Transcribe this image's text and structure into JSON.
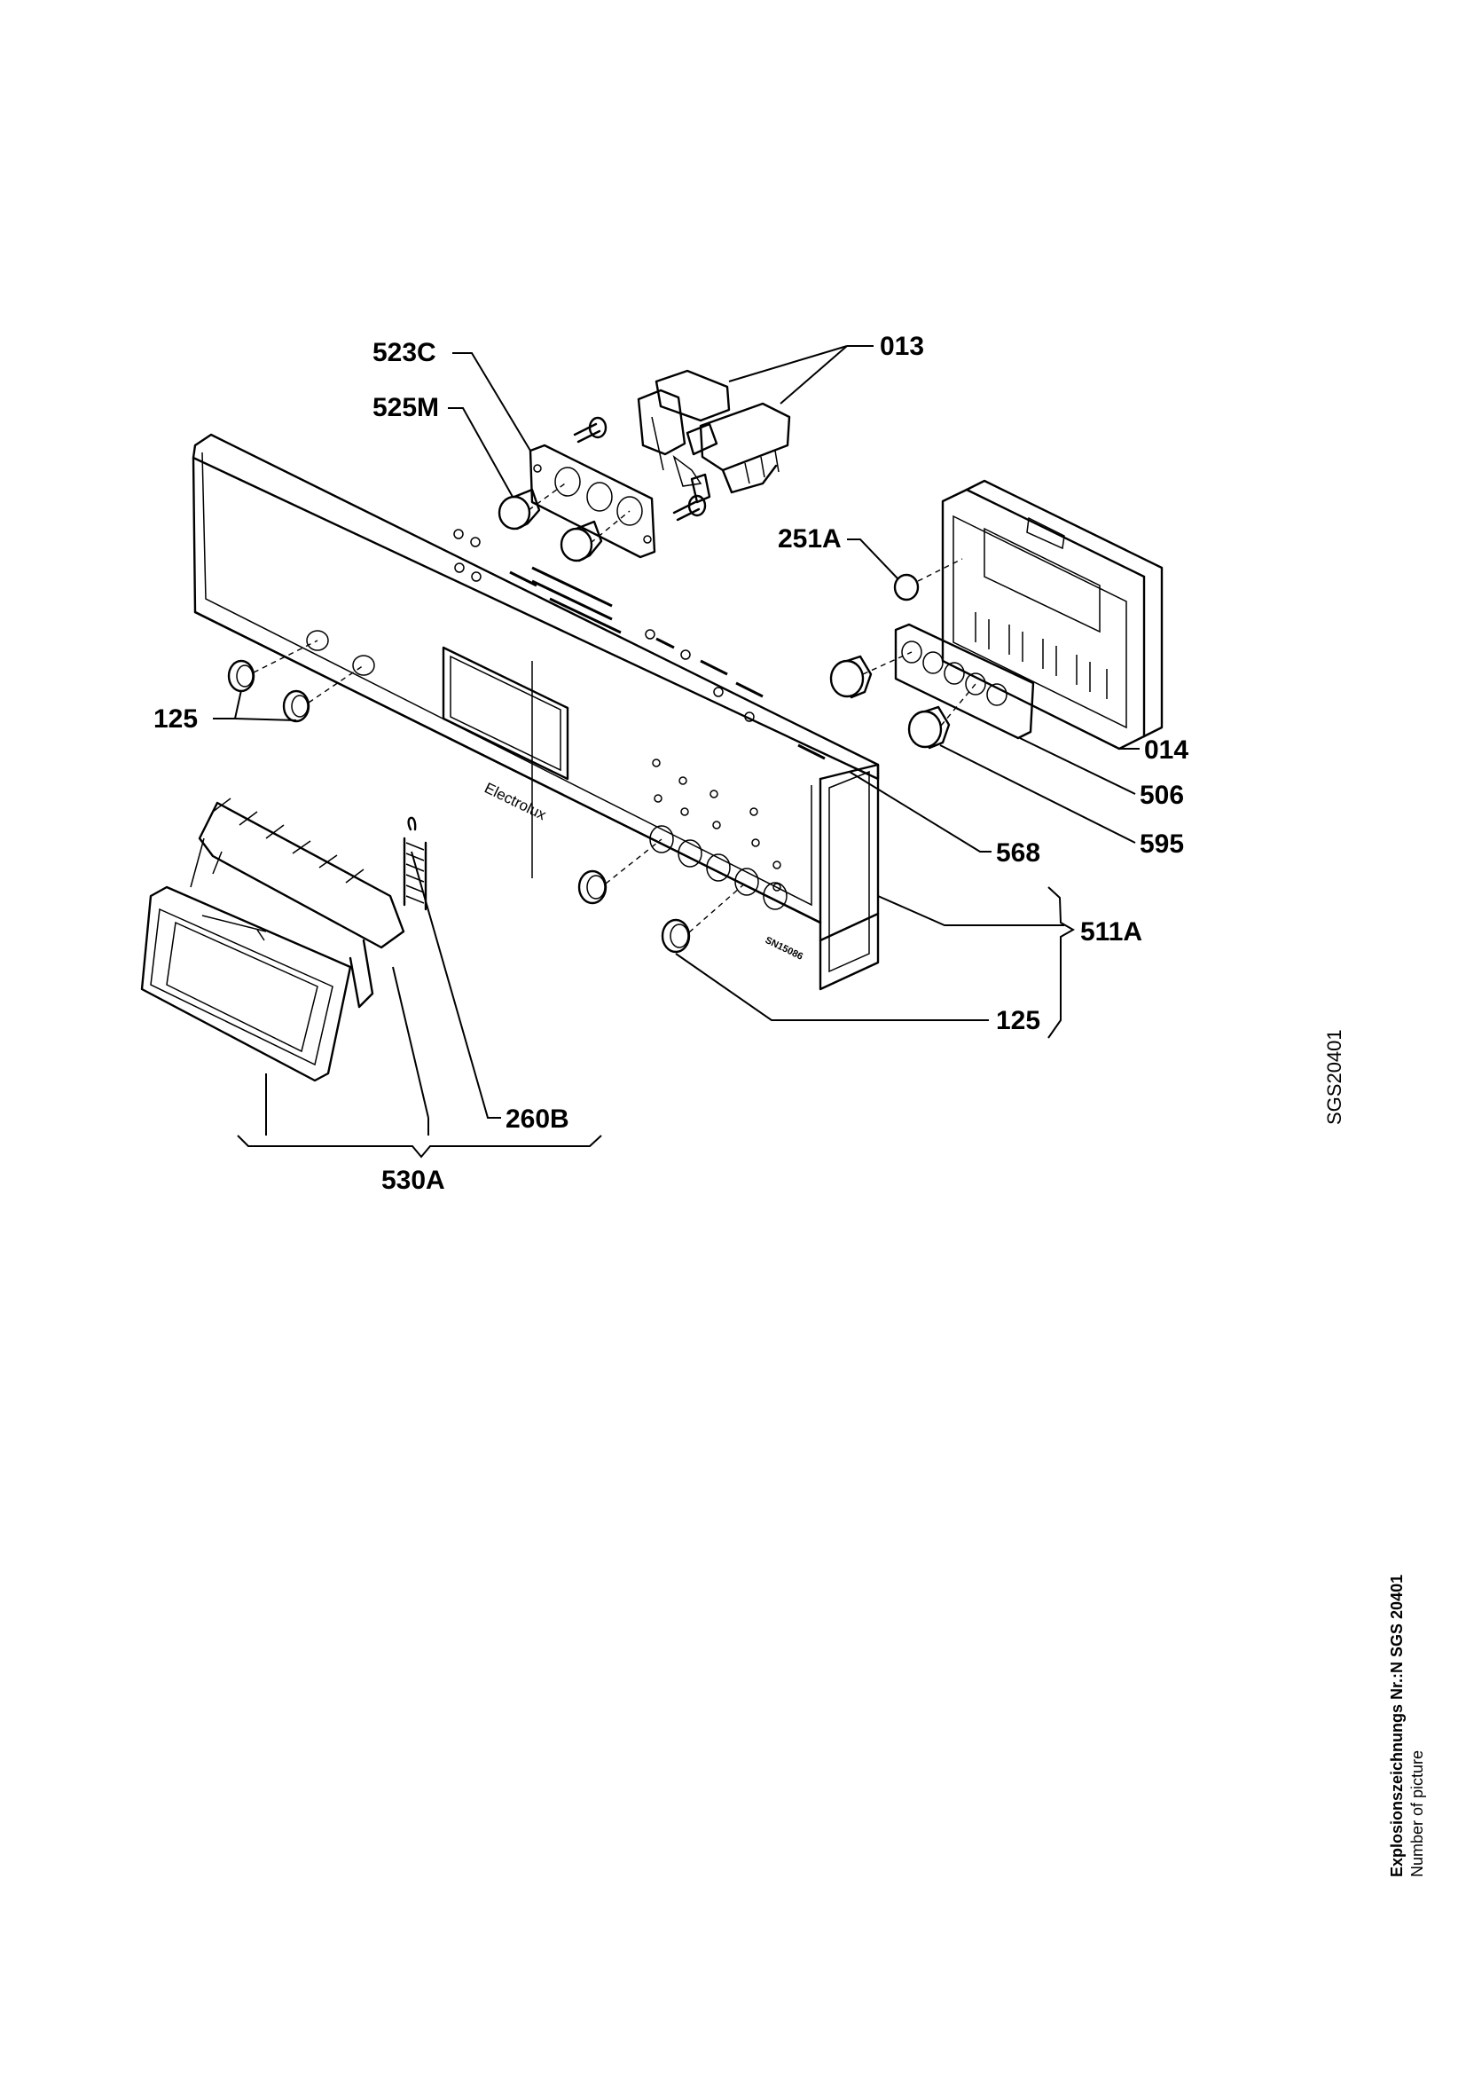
{
  "brand": "Electrolux",
  "model_badge": "SN15086",
  "drawing_code": "SGS20401",
  "footer": {
    "title": "Explosionszeichnungs Nr.:N SGS 20401",
    "subtitle": "Number of picture"
  },
  "labels": {
    "p013": "013",
    "p523c": "523C",
    "p525m": "525M",
    "p251a": "251A",
    "p125_top": "125",
    "p014": "014",
    "p506": "506",
    "p595": "595",
    "p568": "568",
    "p511a": "511A",
    "p125_bottom": "125",
    "p260b": "260B",
    "p530a": "530A"
  }
}
